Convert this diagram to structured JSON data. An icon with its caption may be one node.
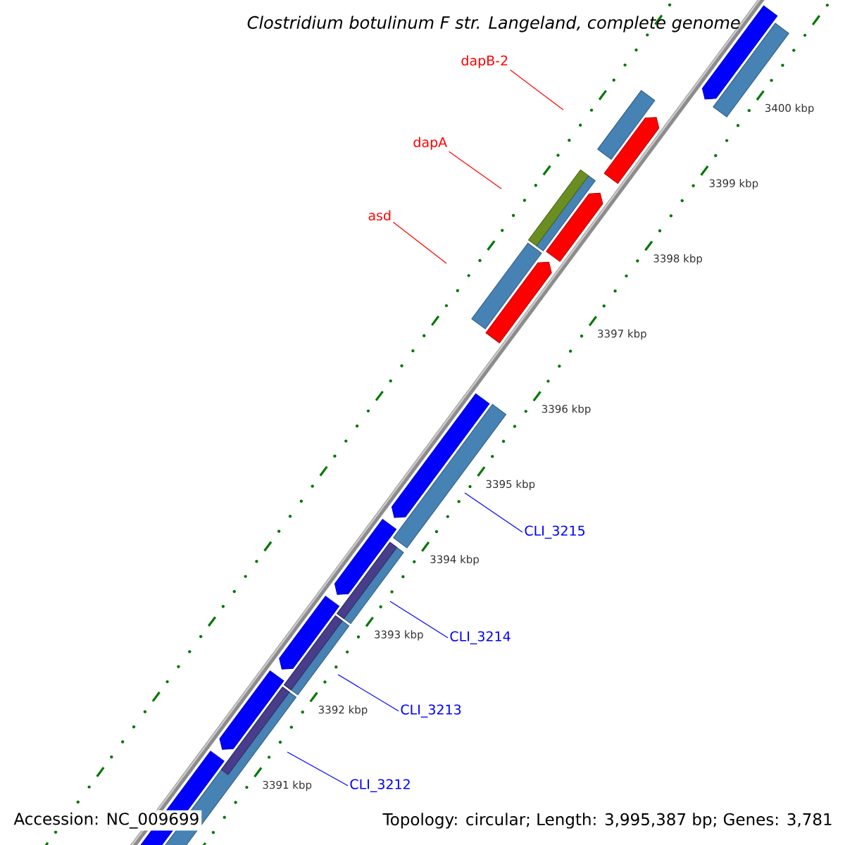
{
  "diagram": {
    "title": "Clostridium botulinum F str. Langeland, complete genome",
    "nodes": [
      {
        "text": [
          "dapB-2"
        ]
      },
      {
        "text": [
          "dapA"
        ]
      },
      {
        "text": [
          "asd"
        ]
      },
      {
        "text": [
          "CLI_3215"
        ]
      },
      {
        "text": [
          "CLI_3214"
        ]
      },
      {
        "text": [
          "CLI_3213"
        ]
      },
      {
        "text": [
          "CLI_3212"
        ]
      }
    ],
    "edges": [
      {
        "from": 0,
        "to": null,
        "arrow": "none",
        "color": "#ff0000"
      },
      {
        "from": 1,
        "to": null,
        "arrow": "none",
        "color": "#ff0000"
      },
      {
        "from": 2,
        "to": null,
        "arrow": "none",
        "color": "#ff0000"
      },
      {
        "from": 3,
        "to": null,
        "arrow": "none"
      },
      {
        "from": 4,
        "to": null,
        "arrow": "none"
      },
      {
        "from": 5,
        "to": null,
        "arrow": "none"
      },
      {
        "from": 6,
        "to": null,
        "arrow": "none"
      }
    ],
    "labels": [
      "3400 kbp",
      "3399 kbp",
      "3398 kbp",
      "3397 kbp",
      "3396 kbp",
      "3395 kbp",
      "3394 kbp",
      "3393 kbp",
      "3392 kbp",
      "3391 kbp",
      "Accession: NC_009699",
      "Topology: circular; Length: 3,995,387 bp; Genes: 3,781"
    ]
  }
}
